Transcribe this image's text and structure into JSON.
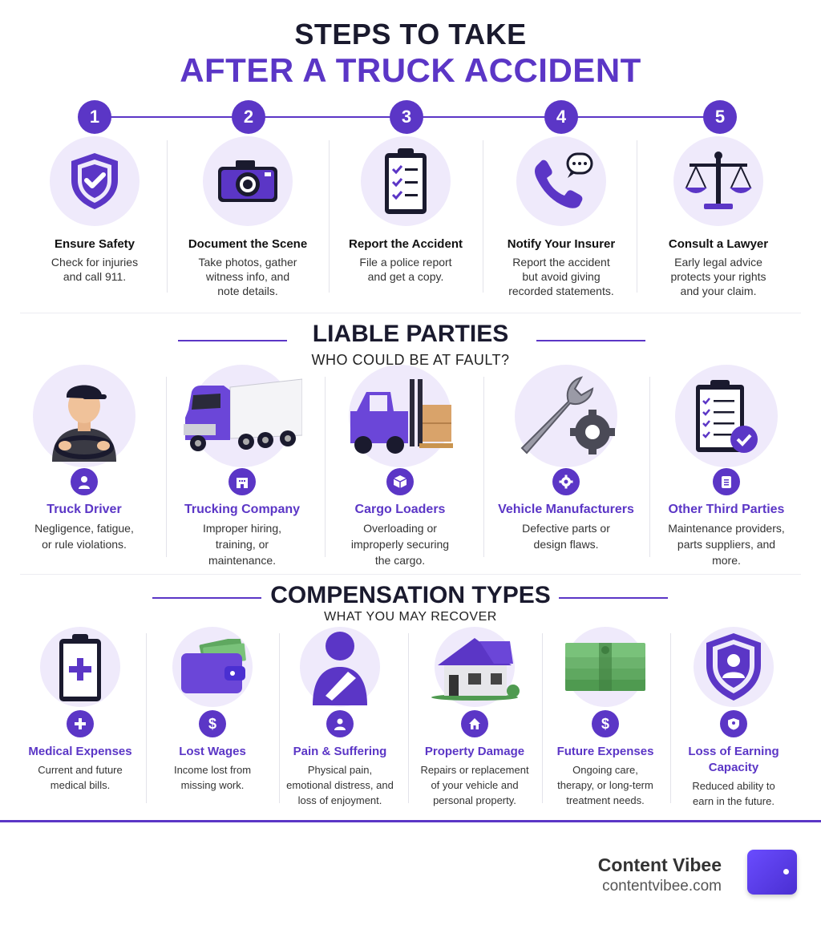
{
  "header": {
    "line1": "STEPS TO TAKE",
    "line2": "AFTER A TRUCK ACCIDENT"
  },
  "steps": [
    {
      "num": "1",
      "title": "Ensure Safety",
      "desc": [
        "Check for injuries",
        "and call 911."
      ],
      "icon": "shield-check-icon"
    },
    {
      "num": "2",
      "title": "Document the Scene",
      "desc": [
        "Take photos, gather",
        "witness info, and",
        "note details."
      ],
      "icon": "camera-icon"
    },
    {
      "num": "3",
      "title": "Report the Accident",
      "desc": [
        "File a police report",
        "and get a copy."
      ],
      "icon": "clipboard-checklist-icon"
    },
    {
      "num": "4",
      "title": "Notify Your Insurer",
      "desc": [
        "Report the accident",
        "but avoid giving",
        "recorded statements."
      ],
      "icon": "phone-chat-icon"
    },
    {
      "num": "5",
      "title": "Consult a Lawyer",
      "desc": [
        "Early legal advice",
        "protects your rights",
        "and your claim."
      ],
      "icon": "scales-icon"
    }
  ],
  "liable": {
    "title": "LIABLE PARTIES",
    "subtitle": "WHO COULD BE AT FAULT?",
    "items": [
      {
        "title": "Truck Driver",
        "desc": [
          "Negligence, fatigue,",
          "or rule violations."
        ],
        "icon": "driver-icon",
        "badge": "person-icon"
      },
      {
        "title": "Trucking Company",
        "desc": [
          "Improper hiring,",
          "training, or",
          "maintenance."
        ],
        "icon": "semi-truck-icon",
        "badge": "building-icon"
      },
      {
        "title": "Cargo Loaders",
        "desc": [
          "Overloading or",
          "improperly securing",
          "the cargo."
        ],
        "icon": "forklift-icon",
        "badge": "box-icon"
      },
      {
        "title": "Vehicle Manufacturers",
        "desc": [
          "Defective parts or",
          "design flaws."
        ],
        "icon": "wrench-gear-icon",
        "badge": "gear-icon"
      },
      {
        "title": "Other Third Parties",
        "desc": [
          "Maintenance providers,",
          "parts suppliers, and",
          "more."
        ],
        "icon": "checklist-icon",
        "badge": "document-icon"
      }
    ]
  },
  "compensation": {
    "title": "COMPENSATION TYPES",
    "subtitle": "WHAT YOU MAY RECOVER",
    "items": [
      {
        "title": [
          "Medical Expenses"
        ],
        "desc": [
          "Current and future",
          "medical bills."
        ],
        "icon": "medical-clipboard-icon",
        "badge": "plus-icon"
      },
      {
        "title": [
          "Lost Wages"
        ],
        "desc": [
          "Income lost from",
          "missing work."
        ],
        "icon": "wallet-icon",
        "badge": "dollar-icon"
      },
      {
        "title": [
          "Pain & Suffering"
        ],
        "desc": [
          "Physical pain,",
          "emotional distress, and",
          "loss of enjoyment."
        ],
        "icon": "injured-person-icon",
        "badge": "person-icon"
      },
      {
        "title": [
          "Property Damage"
        ],
        "desc": [
          "Repairs or replacement",
          "of your vehicle and",
          "personal property."
        ],
        "icon": "house-icon",
        "badge": "home-icon"
      },
      {
        "title": [
          "Future Expenses"
        ],
        "desc": [
          "Ongoing care,",
          "therapy, or long-term",
          "treatment needs."
        ],
        "icon": "cash-stack-icon",
        "badge": "dollar-icon"
      },
      {
        "title": [
          "Loss of Earning",
          "Capacity"
        ],
        "desc": [
          "Reduced ability to",
          "earn in the future."
        ],
        "icon": "shield-person-icon",
        "badge": "shield-icon"
      }
    ]
  },
  "brand": {
    "name": "Content Vibee",
    "url": "contentvibee.com"
  },
  "colors": {
    "accent": "#5b36c6",
    "light": "#efeafb"
  }
}
